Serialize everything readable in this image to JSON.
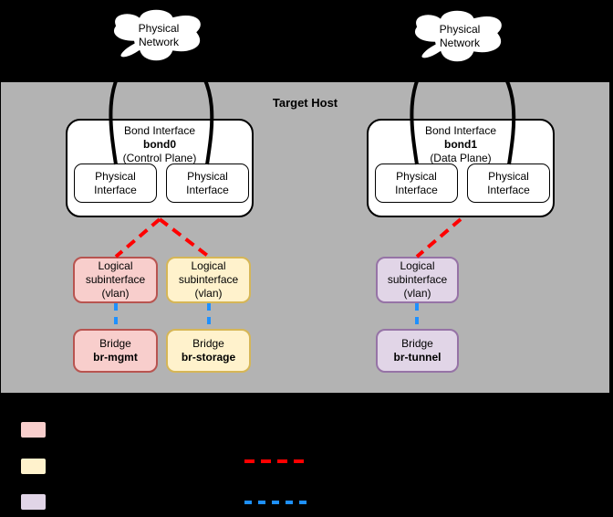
{
  "colors": {
    "canvas_bg": "#000000",
    "host_bg": "#b3b3b3",
    "box_fill": "#ffffff",
    "box_stroke": "#000000",
    "mgmt_fill": "#f8cecc",
    "mgmt_stroke": "#b85450",
    "storage_fill": "#fff2cc",
    "storage_stroke": "#d6b656",
    "tunnel_fill": "#e1d5e7",
    "tunnel_stroke": "#9673a6",
    "bond_vlan_link": "#ff0000",
    "vlan_bridge_link": "#1e90ff"
  },
  "clouds": [
    {
      "line1": "Physical",
      "line2": "Network"
    },
    {
      "line1": "Physical",
      "line2": "Network"
    }
  ],
  "host": {
    "label": "Target Host"
  },
  "bonds": [
    {
      "title": "Bond Interface",
      "name": "bond0",
      "plane": "(Control Plane)",
      "ports": [
        "Physical Interface",
        "Physical Interface"
      ]
    },
    {
      "title": "Bond Interface",
      "name": "bond1",
      "plane": "(Data Plane)",
      "ports": [
        "Physical Interface",
        "Physical Interface"
      ]
    }
  ],
  "subinterfaces": [
    {
      "label": "Logical subinterface (vlan)"
    },
    {
      "label": "Logical subinterface (vlan)"
    },
    {
      "label": "Logical subinterface (vlan)"
    }
  ],
  "bridges": [
    {
      "label": "Bridge",
      "name": "br-mgmt"
    },
    {
      "label": "Bridge",
      "name": "br-storage"
    },
    {
      "label": "Bridge",
      "name": "br-tunnel"
    }
  ],
  "legend": {
    "swatches": [
      {
        "fill": "#f8cecc",
        "stroke": "#b85450"
      },
      {
        "fill": "#fff2cc",
        "stroke": "#d6b656"
      },
      {
        "fill": "#e1d5e7",
        "stroke": "#9673a6"
      }
    ],
    "lines": [
      {
        "color": "#ff0000",
        "style": "dashed"
      },
      {
        "color": "#1e90ff",
        "style": "dashed"
      }
    ]
  }
}
